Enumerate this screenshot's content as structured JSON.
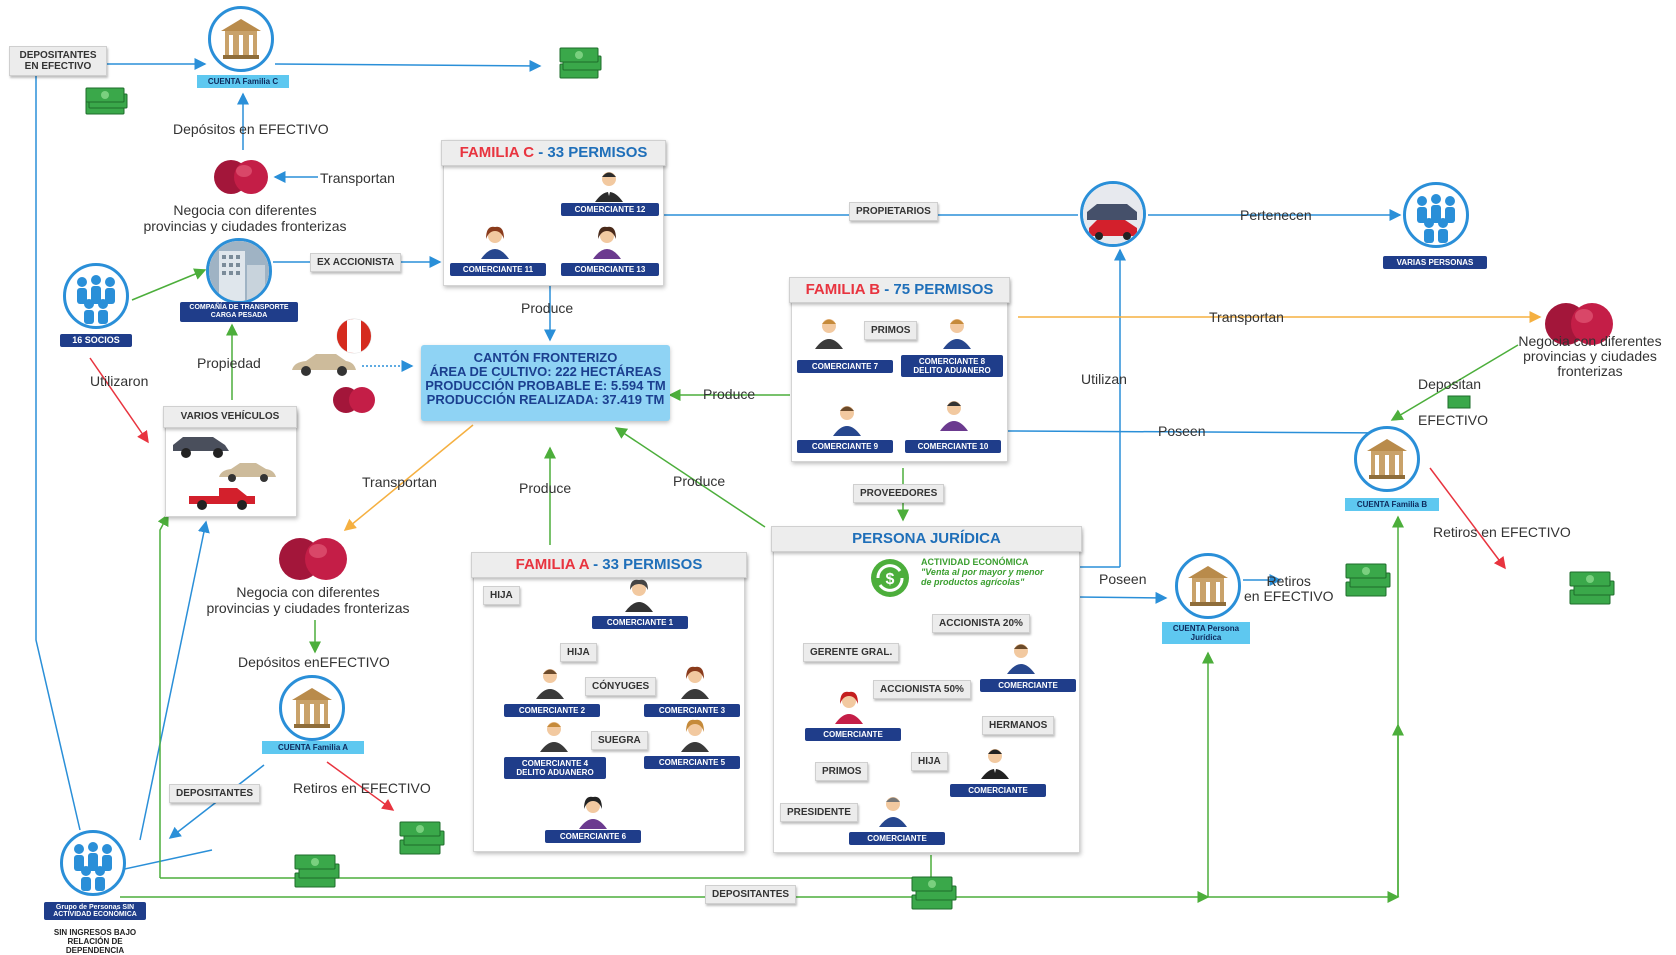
{
  "top": {
    "depositantes_efectivo": "DEPOSITANTES EN EFECTIVO",
    "cuenta_familia_c": "CUENTA  Familia C",
    "depositos_efectivo": "Depósitos en EFECTIVO",
    "transportan": "Transportan",
    "negocia_1": "Negocia con diferentes",
    "negocia_2": "provincias y ciudades fronterizas"
  },
  "familia_c": {
    "name": "FAMILIA C",
    "permisos": "- 33 PERMISOS",
    "people": [
      "COMERCIANTE 12",
      "COMERCIANTE 11",
      "COMERCIANTE 13"
    ]
  },
  "familia_b": {
    "name": "FAMILIA B",
    "permisos": "- 75 PERMISOS",
    "primos": "PRIMOS",
    "c7": "COMERCIANTE 7",
    "c8": "COMERCIANTE 8 DELITO ADUANERO",
    "c9": "COMERCIANTE 9",
    "c10": "COMERCIANTE 10"
  },
  "familia_a": {
    "name": "FAMILIA A",
    "permisos": "- 33 PERMISOS",
    "hija1": "HIJA",
    "hija2": "HIJA",
    "conyuges": "CÓNYUGES",
    "suegra": "SUEGRA",
    "c1": "COMERCIANTE 1",
    "c2": "COMERCIANTE 2",
    "c3": "COMERCIANTE 3",
    "c4": "COMERCIANTE 4 DELITO ADUANERO",
    "c5": "COMERCIANTE 5",
    "c6": "COMERCIANTE 6"
  },
  "left": {
    "socios": "16 SOCIOS",
    "compania": "COMPAÑÍA DE TRANSPORTE CARGA PESADA",
    "ex_accionista": "EX ACCIONISTA",
    "propiedad": "Propiedad",
    "utilizaron": "Utilizaron",
    "varios_vehiculos": "VARIOS VEHÍCULOS",
    "transportan": "Transportan",
    "negocia_1": "Negocia con diferentes",
    "negocia_2": "provincias y ciudades fronterizas",
    "depositos": "Depósitos enEFECTIVO",
    "cuenta_familia_a": "CUENTA  Familia A",
    "depositantes": "DEPOSITANTES",
    "retiros": "Retiros en EFECTIVO",
    "grupo": "Grupo de Personas SIN ACTIVIDAD ECONÓMICA",
    "sin_ingresos": "SIN INGRESOS BAJO RELACIÓN DE DEPENDENCIA"
  },
  "center": {
    "produce_top": "Produce",
    "produce_right": "Produce",
    "produce_bottom": "Produce",
    "produce_diag": "Produce",
    "canton_1": "CANTÓN FRONTERIZO",
    "canton_2": "ÁREA DE CULTIVO: 222 HECTÁREAS",
    "canton_3": "PRODUCCIÓN PROBABLE E: 5.594 TM",
    "canton_4": "PRODUCCIÓN REALIZADA: 37.419 TM"
  },
  "right": {
    "propietarios": "PROPIETARIOS",
    "pertenecen": "Pertenecen",
    "varias_personas": "VARIAS PERSONAS",
    "transportan": "Transportan",
    "utilizan": "Utilizan",
    "negocia_1": "Negocia con diferentes",
    "negocia_2": "provincias y ciudades",
    "negocia_3": "fronterizas",
    "depositan": "Depositan",
    "efectivo": "EFECTIVO",
    "poseen_b": "Poseen",
    "cuenta_familia_b": "CUENTA  Familia B",
    "retiros_b": "Retiros en EFECTIVO",
    "proveedores": "PROVEEDORES",
    "poseen_pj": "Poseen",
    "cuenta_pj": "CUENTA Persona Jurídica",
    "retiros_pj_1": "Retiros",
    "retiros_pj_2": "en EFECTIVO",
    "depositantes": "DEPOSITANTES"
  },
  "persona_juridica": {
    "title": "PERSONA JURÍDICA",
    "actividad": "ACTIVIDAD ECONÓMICA",
    "venta_1": "\"Venta al por mayor y menor",
    "venta_2": "de productos agrícolas\"",
    "accionista20": "ACCIONISTA 20%",
    "gerente": "GERENTE GRAL.",
    "accionista50": "ACCIONISTA 50%",
    "hermanos": "HERMANOS",
    "hija": "HIJA",
    "primos": "PRIMOS",
    "presidente": "PRESIDENTE",
    "comerciante": "COMERCIANTE"
  },
  "colors": {
    "blue_line": "#2a8fd8",
    "green_line": "#4cae3b",
    "red_line": "#e8343f",
    "orange_line": "#f5b041",
    "navy": "#1f3d8a",
    "cyan": "#5ec8f0"
  }
}
